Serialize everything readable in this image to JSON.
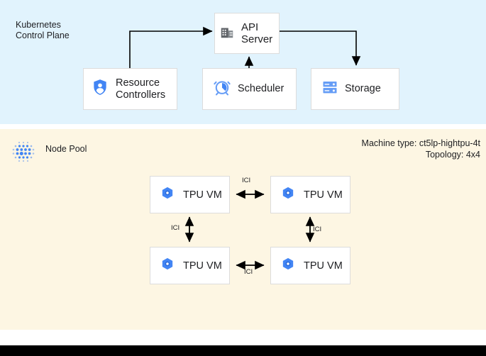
{
  "control_plane": {
    "label": "Kubernetes\nControl Plane",
    "background": "#e1f3fd",
    "nodes": [
      {
        "id": "api-server",
        "label": "API\nServer",
        "icon": "building-icon"
      },
      {
        "id": "resource-controllers",
        "label": "Resource\nControllers",
        "icon": "shield-person-icon"
      },
      {
        "id": "scheduler",
        "label": "Scheduler",
        "icon": "alarm-clock-icon"
      },
      {
        "id": "storage",
        "label": "Storage",
        "icon": "server-rack-icon"
      }
    ]
  },
  "node_pool": {
    "label": "Node Pool",
    "icon": "dot-matrix-icon",
    "background": "#fdf6e3",
    "machine_type": "Machine type: ct5lp-hightpu-4t",
    "topology": "Topology: 4x4",
    "tpu_vms": [
      {
        "id": "tpu-vm-1",
        "label": "TPU VM",
        "icon": "tpu-hexagon-icon"
      },
      {
        "id": "tpu-vm-2",
        "label": "TPU VM",
        "icon": "tpu-hexagon-icon"
      },
      {
        "id": "tpu-vm-3",
        "label": "TPU VM",
        "icon": "tpu-hexagon-icon"
      },
      {
        "id": "tpu-vm-4",
        "label": "TPU VM",
        "icon": "tpu-hexagon-icon"
      }
    ],
    "interconnects": [
      {
        "id": "ici-top",
        "label": "ICI"
      },
      {
        "id": "ici-left",
        "label": "ICI"
      },
      {
        "id": "ici-right",
        "label": "ICI"
      },
      {
        "id": "ici-bottom",
        "label": "ICI"
      }
    ]
  },
  "colors": {
    "control_plane_bg": "#e1f3fd",
    "node_pool_bg": "#fdf6e3",
    "accent_blue": "#4285f4",
    "icon_gray": "#5f6368",
    "bottom_bar": "#000000"
  }
}
